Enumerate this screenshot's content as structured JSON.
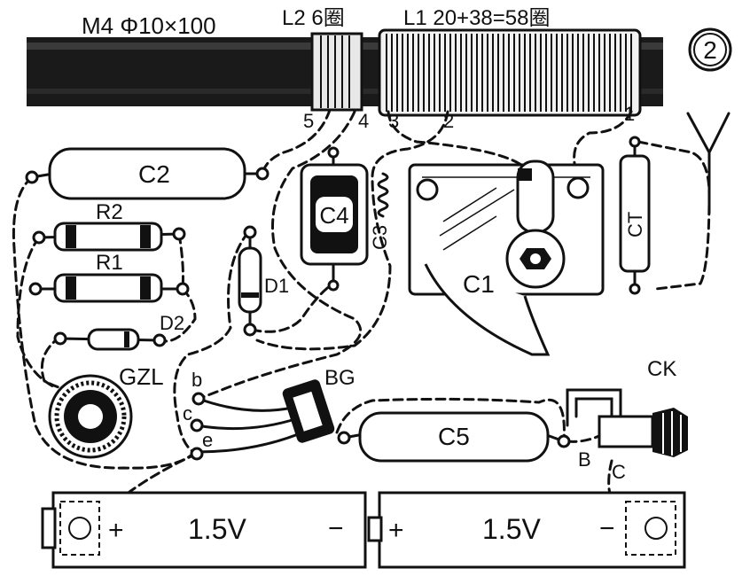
{
  "rod": {
    "core_spec": "M4 Φ10×100",
    "l2_label": "L2 6圈",
    "l1_label": "L1 20+38=58圈",
    "taps": [
      "5",
      "4",
      "3",
      "2",
      "1"
    ]
  },
  "figure_number": "2",
  "capacitors": {
    "c1": "C1",
    "c2": "C2",
    "c3": "C3",
    "c4": "C4",
    "c5": "C5",
    "ct": "CT"
  },
  "resistors": {
    "r1": "R1",
    "r2": "R2"
  },
  "diodes": {
    "d1": "D1",
    "d2": "D2"
  },
  "transistor": {
    "label": "BG",
    "pins": {
      "b": "b",
      "c": "c",
      "e": "e"
    }
  },
  "earphone": "GZL",
  "jack": {
    "label": "CK",
    "pin_b": "B",
    "pin_c": "C"
  },
  "batteries": [
    {
      "voltage": "1.5V",
      "plus": "+",
      "minus": "−"
    },
    {
      "voltage": "1.5V",
      "plus": "+",
      "minus": "−"
    }
  ]
}
